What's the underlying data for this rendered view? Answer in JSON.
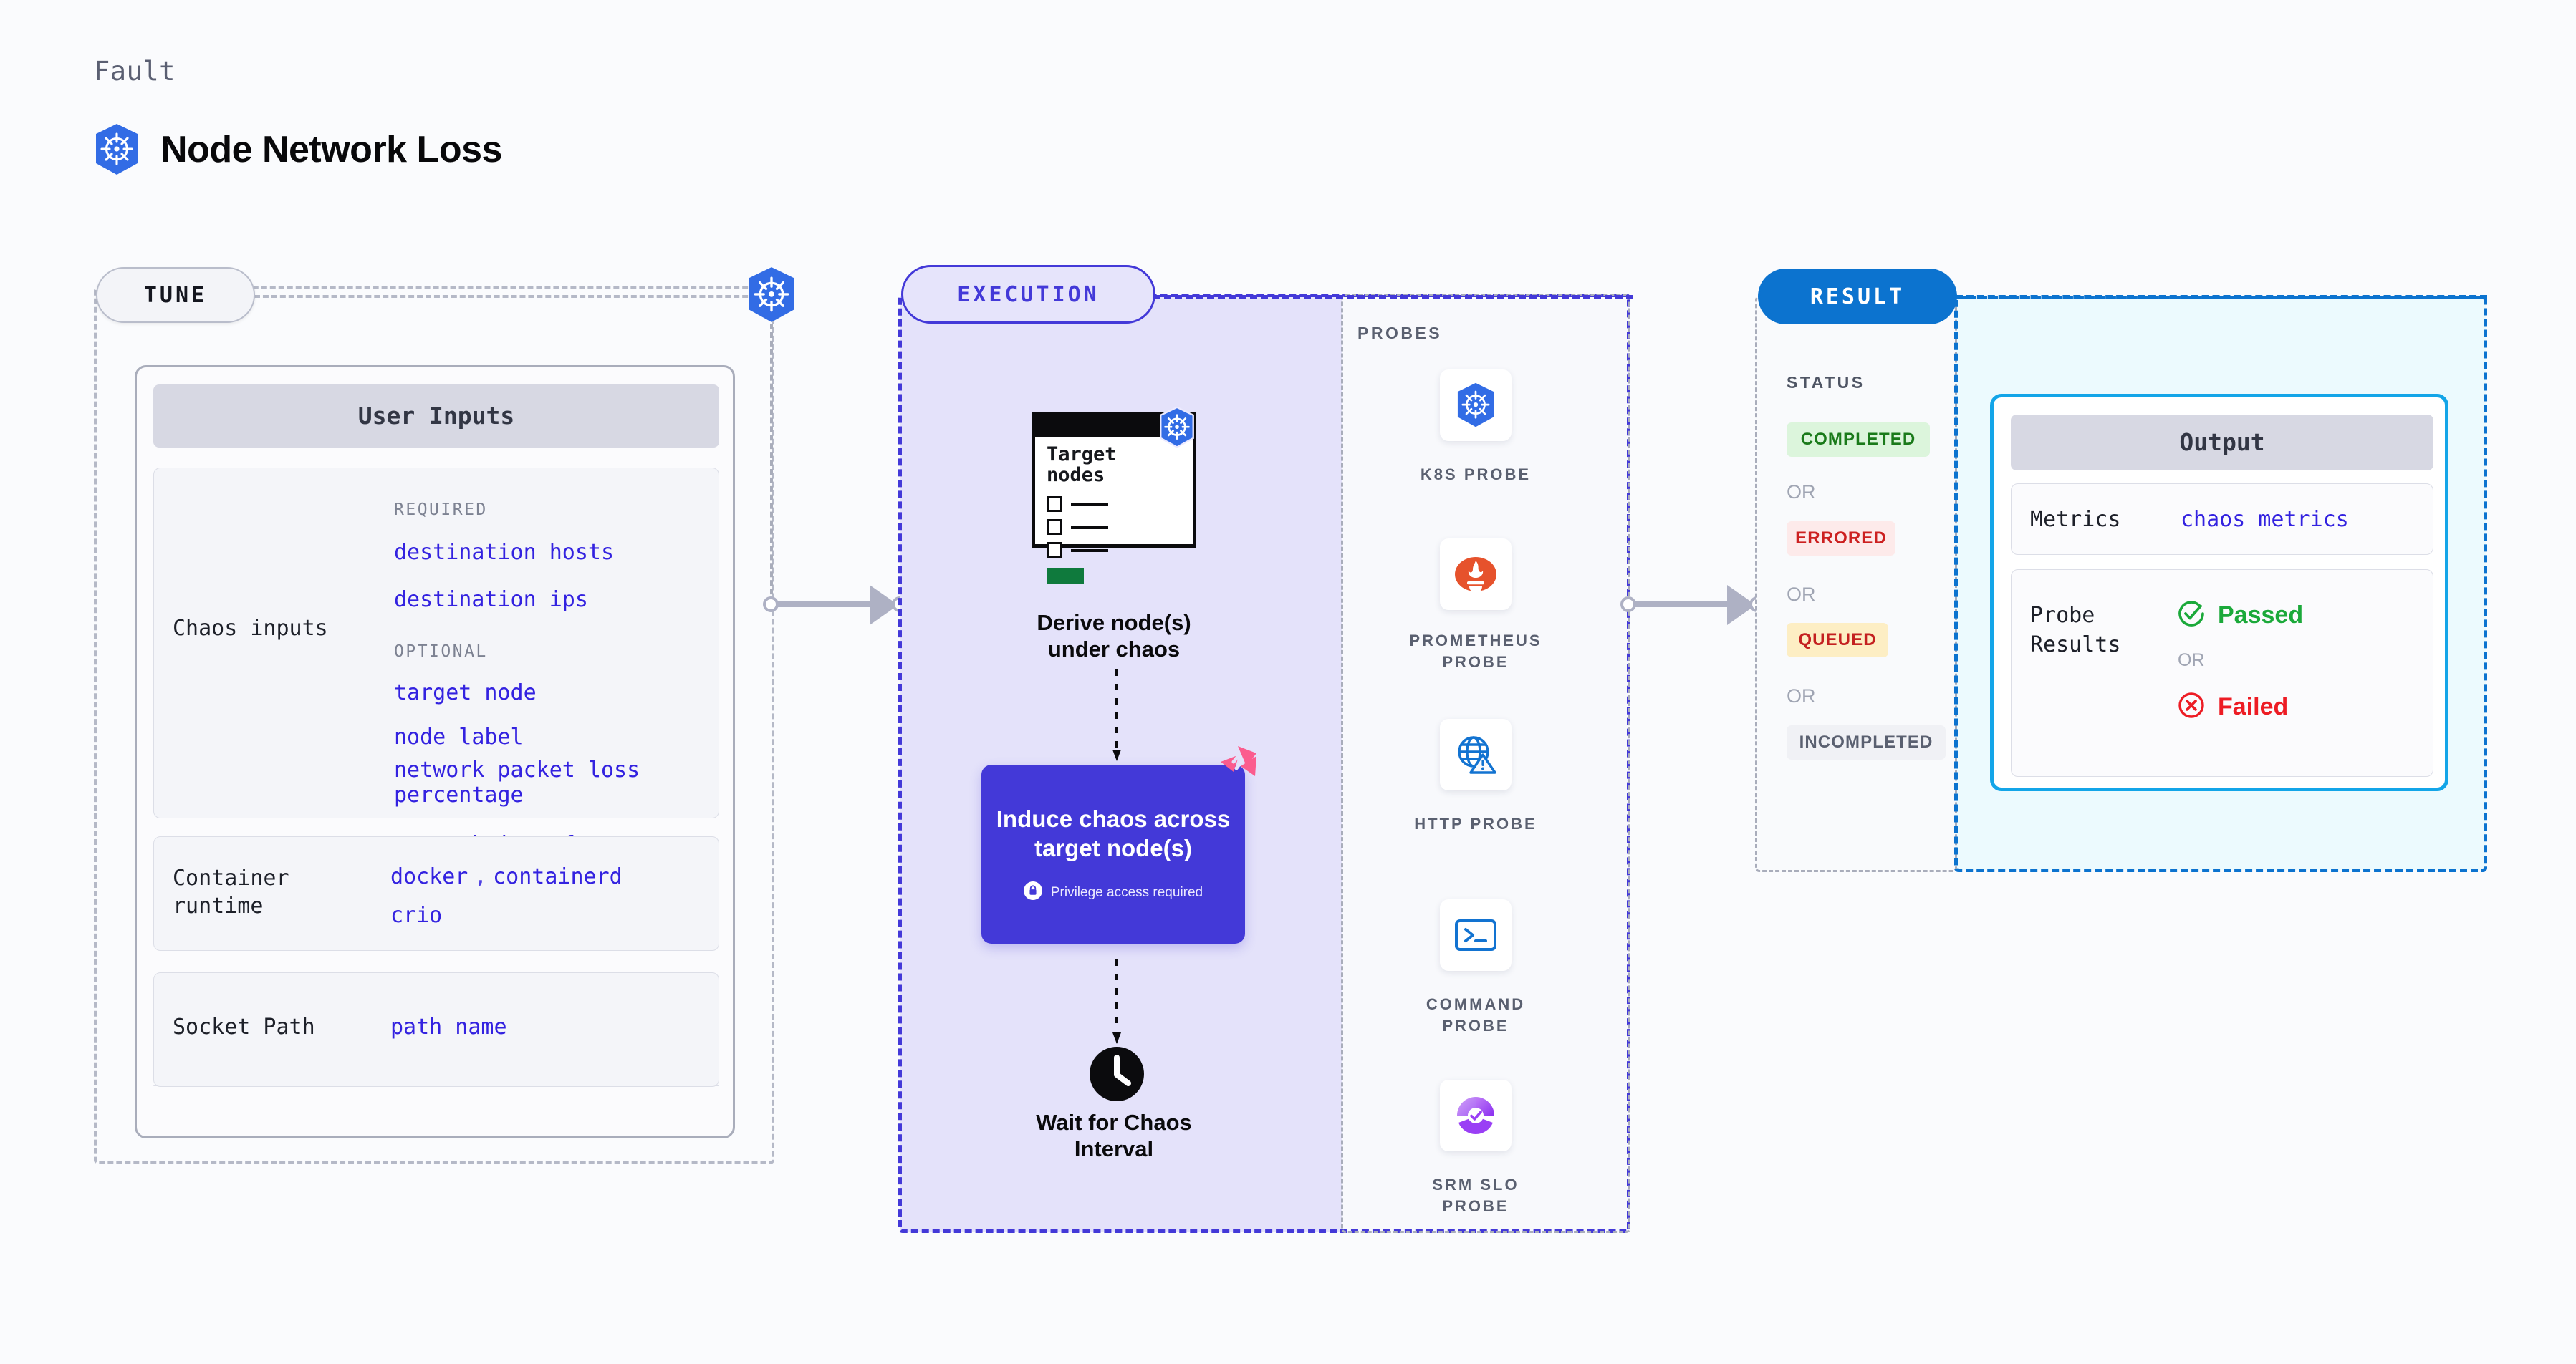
{
  "header": {
    "eyebrow": "Fault",
    "title": "Node Network Loss",
    "icon": "kubernetes-icon"
  },
  "stages": {
    "tune": {
      "chip": "TUNE"
    },
    "execution": {
      "chip": "EXECUTION"
    },
    "result": {
      "chip": "RESULT"
    }
  },
  "tune": {
    "card_title": "User Inputs",
    "rows": [
      {
        "label": "Chaos inputs",
        "groups": [
          {
            "tag": "REQUIRED",
            "values": [
              "destination hosts",
              "destination ips"
            ]
          },
          {
            "tag": "OPTIONAL",
            "values": [
              "target node",
              "node label",
              "network packet loss percentage",
              "network interface"
            ]
          }
        ]
      },
      {
        "label": "Container runtime",
        "values_line1": "docker",
        "values_sep": ",",
        "values_line1b": "containerd",
        "values_line2": "crio"
      },
      {
        "label": "Socket Path",
        "value": "path name"
      }
    ]
  },
  "execution": {
    "window": {
      "title_line1": "Target",
      "title_line2": "nodes",
      "badge_icon": "kubernetes-icon",
      "checkbox_count": 3
    },
    "step1_label_line1": "Derive node(s)",
    "step1_label_line2": "under chaos",
    "chaos_box": {
      "title_line1": "Induce chaos across",
      "title_line2": "target node(s)",
      "note": "Privilege access required",
      "note_icon": "lock-icon",
      "corner_icon": "harness-logo",
      "bg_color": "#4339d8"
    },
    "step3_icon": "clock-icon",
    "step3_label_line1": "Wait for Chaos",
    "step3_label_line2": "Interval"
  },
  "probes": {
    "heading": "PROBES",
    "items": [
      {
        "icon": "kubernetes-icon",
        "label_line1": "K8S  PROBE",
        "label_line2": ""
      },
      {
        "icon": "prometheus-icon",
        "label_line1": "PROMETHEUS",
        "label_line2": "PROBE"
      },
      {
        "icon": "globe-warning-icon",
        "label_line1": "HTTP  PROBE",
        "label_line2": ""
      },
      {
        "icon": "terminal-icon",
        "label_line1": "COMMAND",
        "label_line2": "PROBE"
      },
      {
        "icon": "srm-slo-icon",
        "label_line1": "SRM  SLO",
        "label_line2": "PROBE"
      }
    ]
  },
  "result": {
    "status_heading": "STATUS",
    "or_label": "OR",
    "statuses": [
      {
        "label": "COMPLETED",
        "bg": "#dcf5dc",
        "fg": "#1a7a1a"
      },
      {
        "label": "ERRORED",
        "bg": "#fdeaea",
        "fg": "#cc2020"
      },
      {
        "label": "QUEUED",
        "bg": "#fdeec4",
        "fg": "#c42020"
      },
      {
        "label": "INCOMPLETED",
        "bg": "#f0f1f5",
        "fg": "#5a6070"
      }
    ],
    "output": {
      "card_title": "Output",
      "metrics_label": "Metrics",
      "metrics_value": "chaos metrics",
      "probe_results_label_line1": "Probe",
      "probe_results_label_line2": "Results",
      "passed_label": "Passed",
      "passed_icon": "check-circle-icon",
      "passed_color": "#1ba93a",
      "or_label": "OR",
      "failed_label": "Failed",
      "failed_icon": "x-circle-icon",
      "failed_color": "#ed1c24"
    }
  },
  "colors": {
    "accent_purple": "#4339d8",
    "accent_blue": "#0c73cf",
    "cyan": "#13a5e8",
    "k8s_blue": "#326ce5",
    "harness_pink": "#fb5c8e",
    "mono_value": "#3322e0"
  }
}
